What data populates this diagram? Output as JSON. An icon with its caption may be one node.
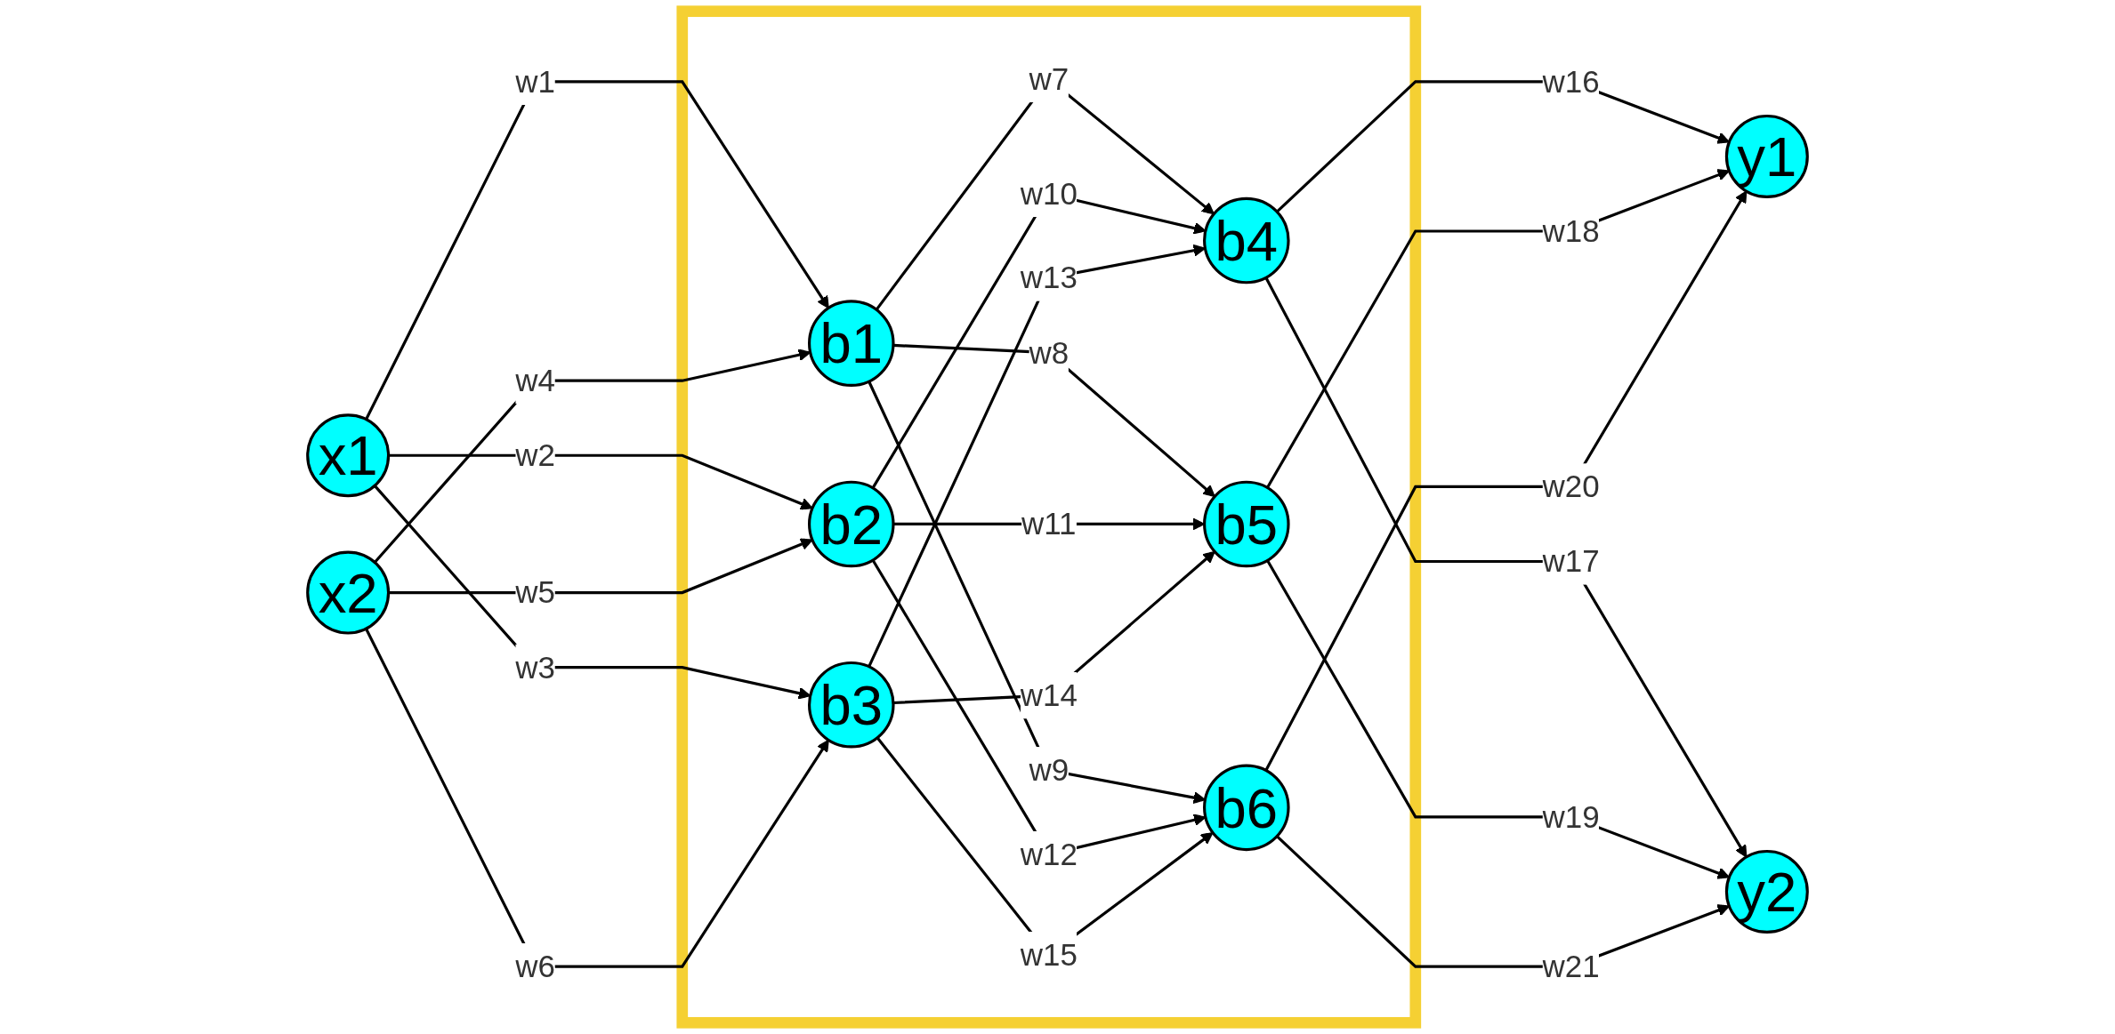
{
  "diagram": {
    "nodes": [
      {
        "text": [
          "x1"
        ]
      },
      {
        "text": [
          "x2"
        ]
      },
      {
        "text": [],
        "shape": "box"
      },
      {
        "text": [
          "b1"
        ],
        "in": 2
      },
      {
        "text": [
          "b2"
        ],
        "in": 2
      },
      {
        "text": [
          "b3"
        ],
        "in": 2
      },
      {
        "text": [
          "b4"
        ],
        "in": 2
      },
      {
        "text": [
          "b5"
        ],
        "in": 2
      },
      {
        "text": [
          "b6"
        ],
        "in": 2
      },
      {
        "text": [
          "y1"
        ]
      },
      {
        "text": [
          "y2"
        ]
      }
    ],
    "edges": [
      {
        "from": 0,
        "to": 3,
        "arrow": "to",
        "label": "w1"
      },
      {
        "from": 0,
        "to": 4,
        "arrow": "to",
        "label": "w2"
      },
      {
        "from": 0,
        "to": 5,
        "arrow": "to",
        "label": "w3"
      },
      {
        "from": 1,
        "to": 3,
        "arrow": "to",
        "label": "w4"
      },
      {
        "from": 1,
        "to": 4,
        "arrow": "to",
        "label": "w5"
      },
      {
        "from": 1,
        "to": 5,
        "arrow": "to",
        "label": "w6"
      },
      {
        "from": 3,
        "to": 6,
        "arrow": "to",
        "label": "w7"
      },
      {
        "from": 3,
        "to": 7,
        "arrow": "to",
        "label": "w8"
      },
      {
        "from": 3,
        "to": 8,
        "arrow": "to",
        "label": "w9"
      },
      {
        "from": 4,
        "to": 6,
        "arrow": "to",
        "label": "w10"
      },
      {
        "from": 4,
        "to": 7,
        "arrow": "to",
        "label": "w11"
      },
      {
        "from": 4,
        "to": 8,
        "arrow": "to",
        "label": "w12"
      },
      {
        "from": 5,
        "to": 6,
        "arrow": "to",
        "label": "w13"
      },
      {
        "from": 5,
        "to": 7,
        "arrow": "to",
        "label": "w14"
      },
      {
        "from": 5,
        "to": 8,
        "arrow": "to",
        "label": "w15"
      },
      {
        "from": 6,
        "to": 9,
        "arrow": "to",
        "label": "w16"
      },
      {
        "from": 6,
        "to": 10,
        "arrow": "to",
        "label": "w17"
      },
      {
        "from": 7,
        "to": 9,
        "arrow": "to",
        "label": "w18"
      },
      {
        "from": 7,
        "to": 10,
        "arrow": "to",
        "label": "w19"
      },
      {
        "from": 8,
        "to": 9,
        "arrow": "to",
        "label": "w20"
      },
      {
        "from": 8,
        "to": 10,
        "arrow": "to",
        "label": "w21"
      }
    ]
  }
}
